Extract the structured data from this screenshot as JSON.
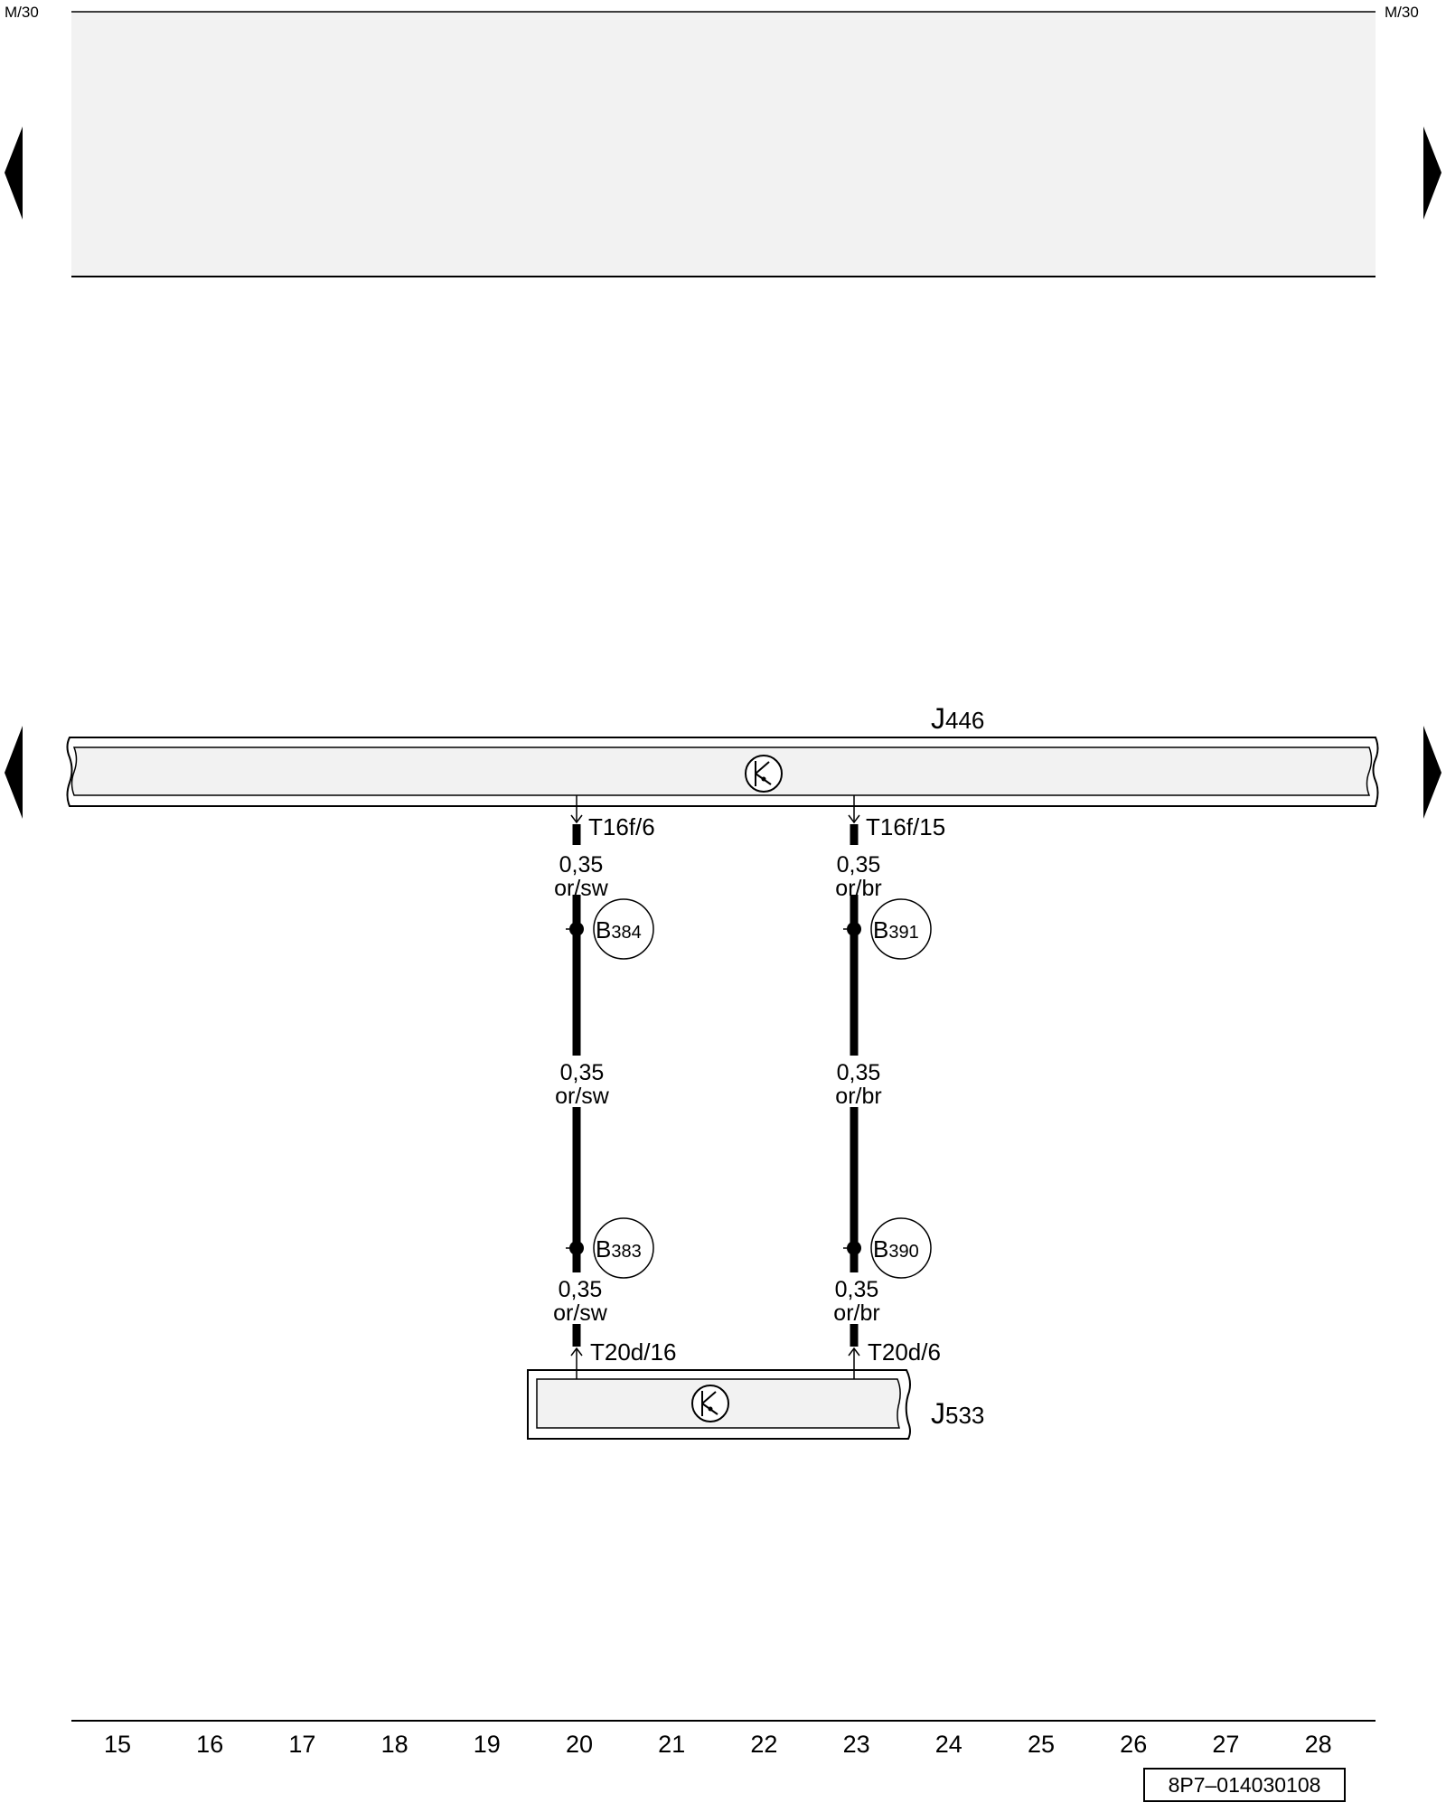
{
  "page": {
    "top_ref_left": "M/30",
    "top_ref_right": "M/30",
    "doc_code": "8P7–014030108"
  },
  "components": {
    "top_bus": {
      "letter": "J",
      "number": "446"
    },
    "bottom_unit": {
      "letter": "J",
      "number": "533"
    }
  },
  "wires": [
    {
      "top_terminal": "T16f/6",
      "bottom_terminal": "T20d/16",
      "segments": [
        {
          "size": "0,35",
          "color": "or/sw"
        },
        {
          "size": "0,35",
          "color": "or/sw"
        },
        {
          "size": "0,35",
          "color": "or/sw"
        }
      ],
      "splice_upper": {
        "letter": "B",
        "number": "384"
      },
      "splice_lower": {
        "letter": "B",
        "number": "383"
      }
    },
    {
      "top_terminal": "T16f/15",
      "bottom_terminal": "T20d/6",
      "segments": [
        {
          "size": "0,35",
          "color": "or/br"
        },
        {
          "size": "0,35",
          "color": "or/br"
        },
        {
          "size": "0,35",
          "color": "or/br"
        }
      ],
      "splice_upper": {
        "letter": "B",
        "number": "391"
      },
      "splice_lower": {
        "letter": "B",
        "number": "390"
      }
    }
  ],
  "column_numbers": [
    "15",
    "16",
    "17",
    "18",
    "19",
    "20",
    "21",
    "22",
    "23",
    "24",
    "25",
    "26",
    "27",
    "28"
  ],
  "colors": {
    "fill": "#f2f2f2",
    "line": "#000000"
  }
}
